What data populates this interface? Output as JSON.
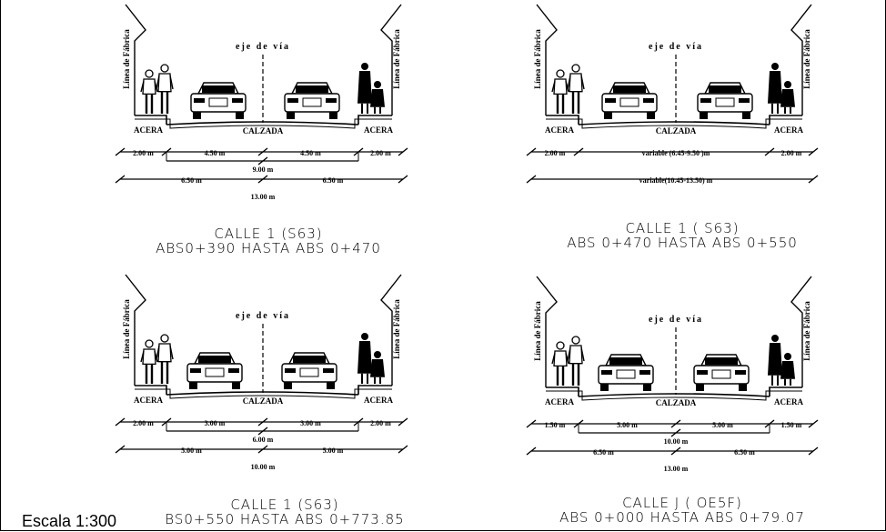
{
  "scale": "Escala 1:300",
  "sections": [
    {
      "eje": "eje de vía",
      "wall_left": "Línea de Fábrica",
      "wall_right": "Línea de Fábrica",
      "acera_left": "ACERA",
      "calzada": "CALZADA",
      "acera_right": "ACERA",
      "row1": [
        "2.00 m",
        "4.50 m",
        "4.50 m",
        "2.00 m"
      ],
      "row2": [
        "9.00 m"
      ],
      "row3": [
        "6.50 m",
        "6.50 m"
      ],
      "row4": [
        "13.00 m"
      ],
      "title": "CALLE 1 (S63)",
      "subtitle": "ABS0+390 HASTA ABS 0+470"
    },
    {
      "eje": "eje de vía",
      "wall_left": "Línea de Fábrica",
      "wall_right": "Línea de Fábrica",
      "acera_left": "ACERA",
      "calzada": "CALZADA",
      "acera_right": "ACERA",
      "row1": [
        "2.00 m",
        "variable (6.45-9.50 )m",
        "2.00 m"
      ],
      "row2": [],
      "row3": [
        "variable(10.45-13.50) m"
      ],
      "row4": [],
      "title": "CALLE 1 ( S63)",
      "subtitle": "ABS 0+470 HASTA ABS 0+550"
    },
    {
      "eje": "eje de vía",
      "wall_left": "Línea de Fábrica",
      "wall_right": "Línea de Fábrica",
      "acera_left": "ACERA",
      "calzada": "CALZADA",
      "acera_right": "ACERA",
      "row1": [
        "2.00 m",
        "3.00 m",
        "3.00 m",
        "2.00 m"
      ],
      "row2": [
        "6.00 m"
      ],
      "row3": [
        "5.00 m",
        "5.00 m"
      ],
      "row4": [
        "10.00 m"
      ],
      "title": "CALLE 1 (S63)",
      "subtitle": "BS0+550 HASTA ABS 0+773.85"
    },
    {
      "eje": "eje de vía",
      "wall_left": "Línea de Fábrica",
      "wall_right": "Línea de Fábrica",
      "acera_left": "ACERA",
      "calzada": "CALZADA",
      "acera_right": "ACERA",
      "row1": [
        "1.50 m",
        "5.00 m",
        "5.00 m",
        "1.50 m"
      ],
      "row2": [
        "10.00 m"
      ],
      "row3": [
        "6.50 m",
        "6.50 m"
      ],
      "row4": [
        "13.00 m"
      ],
      "title": "CALLE J ( OE5F)",
      "subtitle": "ABS 0+000 HASTA ABS 0+79.07"
    }
  ]
}
